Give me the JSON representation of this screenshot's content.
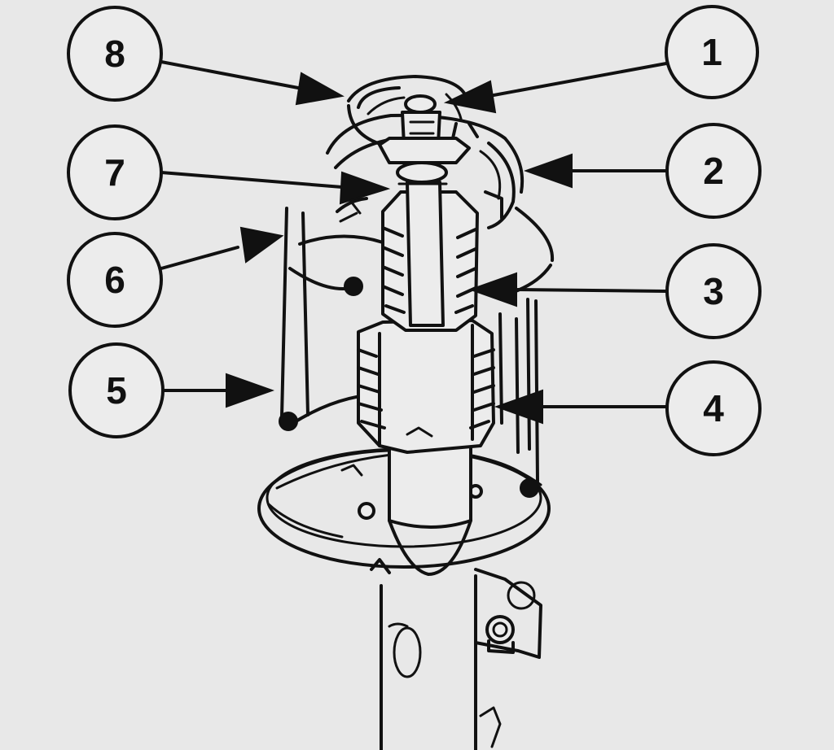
{
  "colors": {
    "background": "#e8e8e8",
    "ink": "#111111"
  },
  "callouts": [
    {
      "id": "c1",
      "label": "1"
    },
    {
      "id": "c2",
      "label": "2"
    },
    {
      "id": "c3",
      "label": "3"
    },
    {
      "id": "c4",
      "label": "4"
    },
    {
      "id": "c5",
      "label": "5"
    },
    {
      "id": "c6",
      "label": "6"
    },
    {
      "id": "c7",
      "label": "7"
    },
    {
      "id": "c8",
      "label": "8"
    }
  ]
}
